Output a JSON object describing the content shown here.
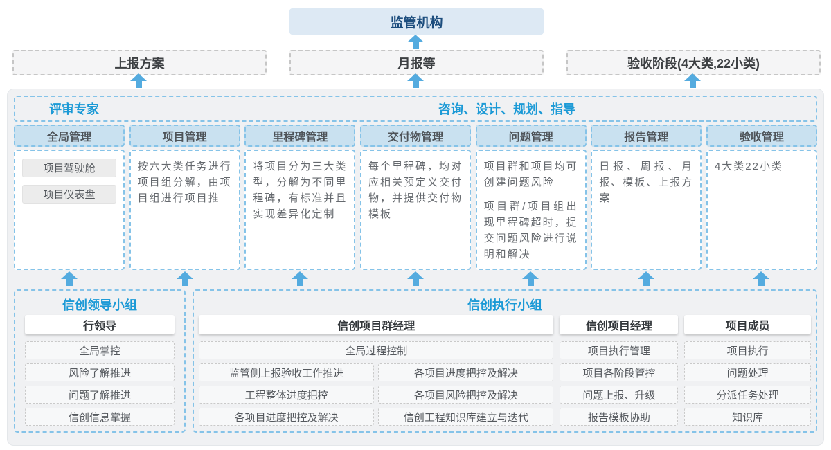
{
  "top": {
    "regulator": "监管机构",
    "boxes": [
      "上报方案",
      "月报等",
      "验收阶段(4大类,22小类)"
    ]
  },
  "middle": {
    "left_label": "评审专家",
    "right_label": "咨询、设计、规划、指导",
    "columns": [
      {
        "title": "全局管理",
        "chips": [
          "项目驾驶舱",
          "项目仪表盘"
        ]
      },
      {
        "title": "项目管理",
        "paragraphs": [
          "按六大类任务进行项目组分解，由项目组进行项目推"
        ]
      },
      {
        "title": "里程碑管理",
        "paragraphs": [
          "将项目分为三大类型，分解为不同里程碑，有标准并且实现差异化定制"
        ]
      },
      {
        "title": "交付物管理",
        "paragraphs": [
          "每个里程碑，均对应相关预定义交付物，并提供交付物模板"
        ]
      },
      {
        "title": "问题管理",
        "paragraphs": [
          "项目群和项目均可创建问题风险",
          "项目群/项目组出现里程碑超时，提交问题风险进行说明和解决"
        ]
      },
      {
        "title": "报告管理",
        "paragraphs": [
          "日报、周报、月报、模板、上报方案"
        ]
      },
      {
        "title": "验收管理",
        "paragraphs": [
          "4大类22小类"
        ]
      }
    ]
  },
  "bottom": {
    "leader_group": {
      "title": "信创领导小组",
      "role": "行领导",
      "items": [
        "全局掌控",
        "风险了解推进",
        "问题了解推进",
        "信创信息掌握"
      ]
    },
    "exec_group": {
      "title": "信创执行小组",
      "program_manager": {
        "role": "信创项目群经理",
        "full_item": "全局过程控制",
        "left_items": [
          "监管侧上报验收工作推进",
          "工程整体进度把控",
          "各项目进度把控及解决"
        ],
        "right_items": [
          "各项目进度把控及解决",
          "各项目风险把控及解决",
          "信创工程知识库建立与迭代"
        ]
      },
      "project_manager": {
        "role": "信创项目经理",
        "items": [
          "项目执行管理",
          "项目各阶段管控",
          "问题上报、升级",
          "报告模板协助"
        ]
      },
      "member": {
        "role": "项目成员",
        "items": [
          "项目执行",
          "问题处理",
          "分派任务处理",
          "知识库"
        ]
      }
    }
  },
  "colors": {
    "accent_blue": "#1c9ad6",
    "navy": "#1c4d7d",
    "arrow_blue": "#54abdf",
    "dashed_blue": "#85c3e8",
    "column_header_bg": "#c9e1f0",
    "regulator_bg": "#dde9f4",
    "panel_bg": "#f0f1f3"
  }
}
